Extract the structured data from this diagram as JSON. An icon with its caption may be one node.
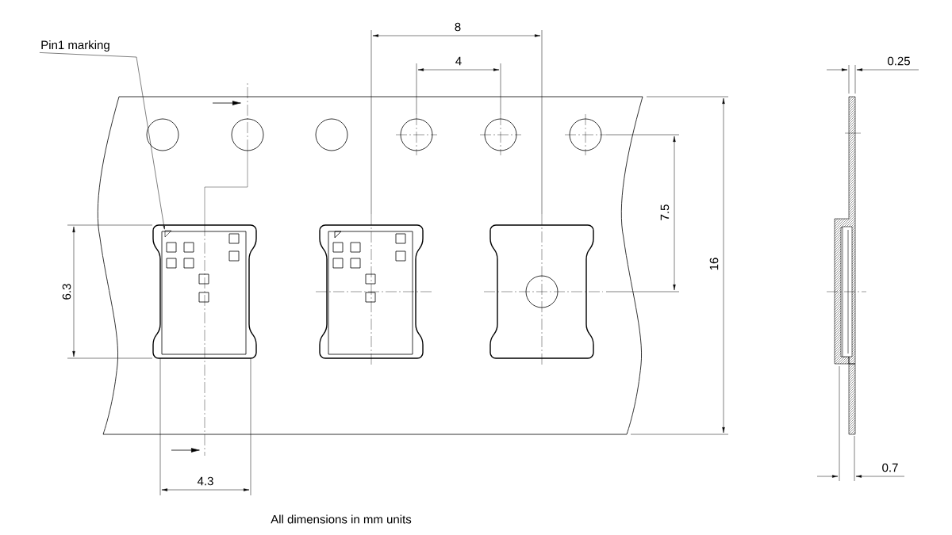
{
  "diagram": {
    "nodes": [
      {
        "text": [
          "Pin1 marking"
        ]
      },
      {
        "text": [],
        "shape": "triangle"
      }
    ],
    "edges": [
      {
        "from": 0,
        "to": 1,
        "arrow": "to"
      }
    ],
    "labels": [
      "8",
      "0.25",
      "4",
      "7.5",
      "16",
      "6.3",
      "0.7",
      "4.3",
      "All dimensions in mm units"
    ]
  }
}
